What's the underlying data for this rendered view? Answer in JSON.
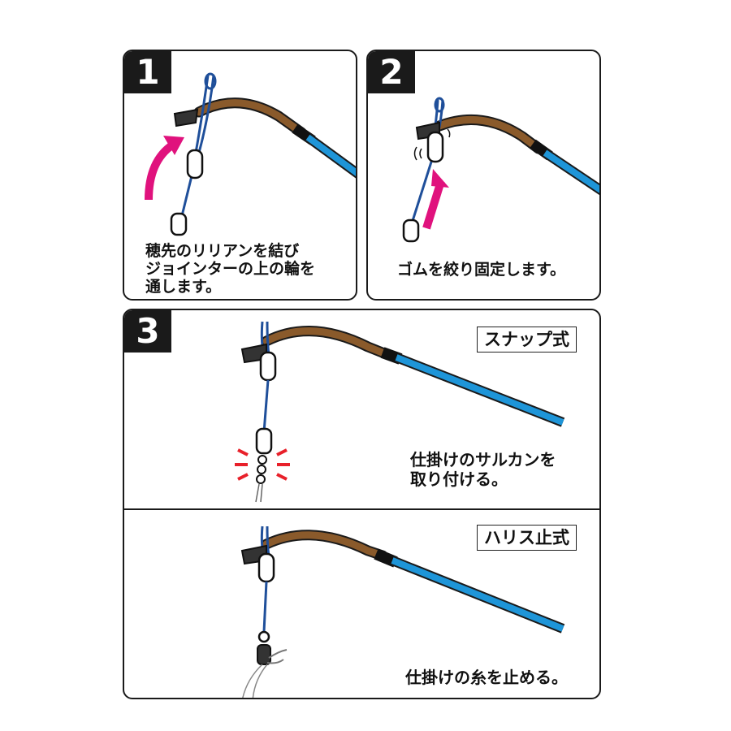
{
  "steps": [
    {
      "number": "1",
      "caption": "穂先のリリアンを結び\nジョインターの上の輪を\n通します。"
    },
    {
      "number": "2",
      "caption": "ゴムを絞り固定します。"
    },
    {
      "number": "3"
    }
  ],
  "methods": [
    {
      "tag": "スナップ式",
      "caption": "仕掛けのサルカンを\n取り付ける。"
    },
    {
      "tag": "ハリス止式",
      "caption": "仕掛けの糸を止める。"
    }
  ],
  "colors": {
    "rod_tip": "#8a5a2b",
    "rod_blank": "#1e95d8",
    "line": "#1f4f9a",
    "arrow": "#e0127d",
    "spark": "#e8202a",
    "band": "#111111"
  }
}
